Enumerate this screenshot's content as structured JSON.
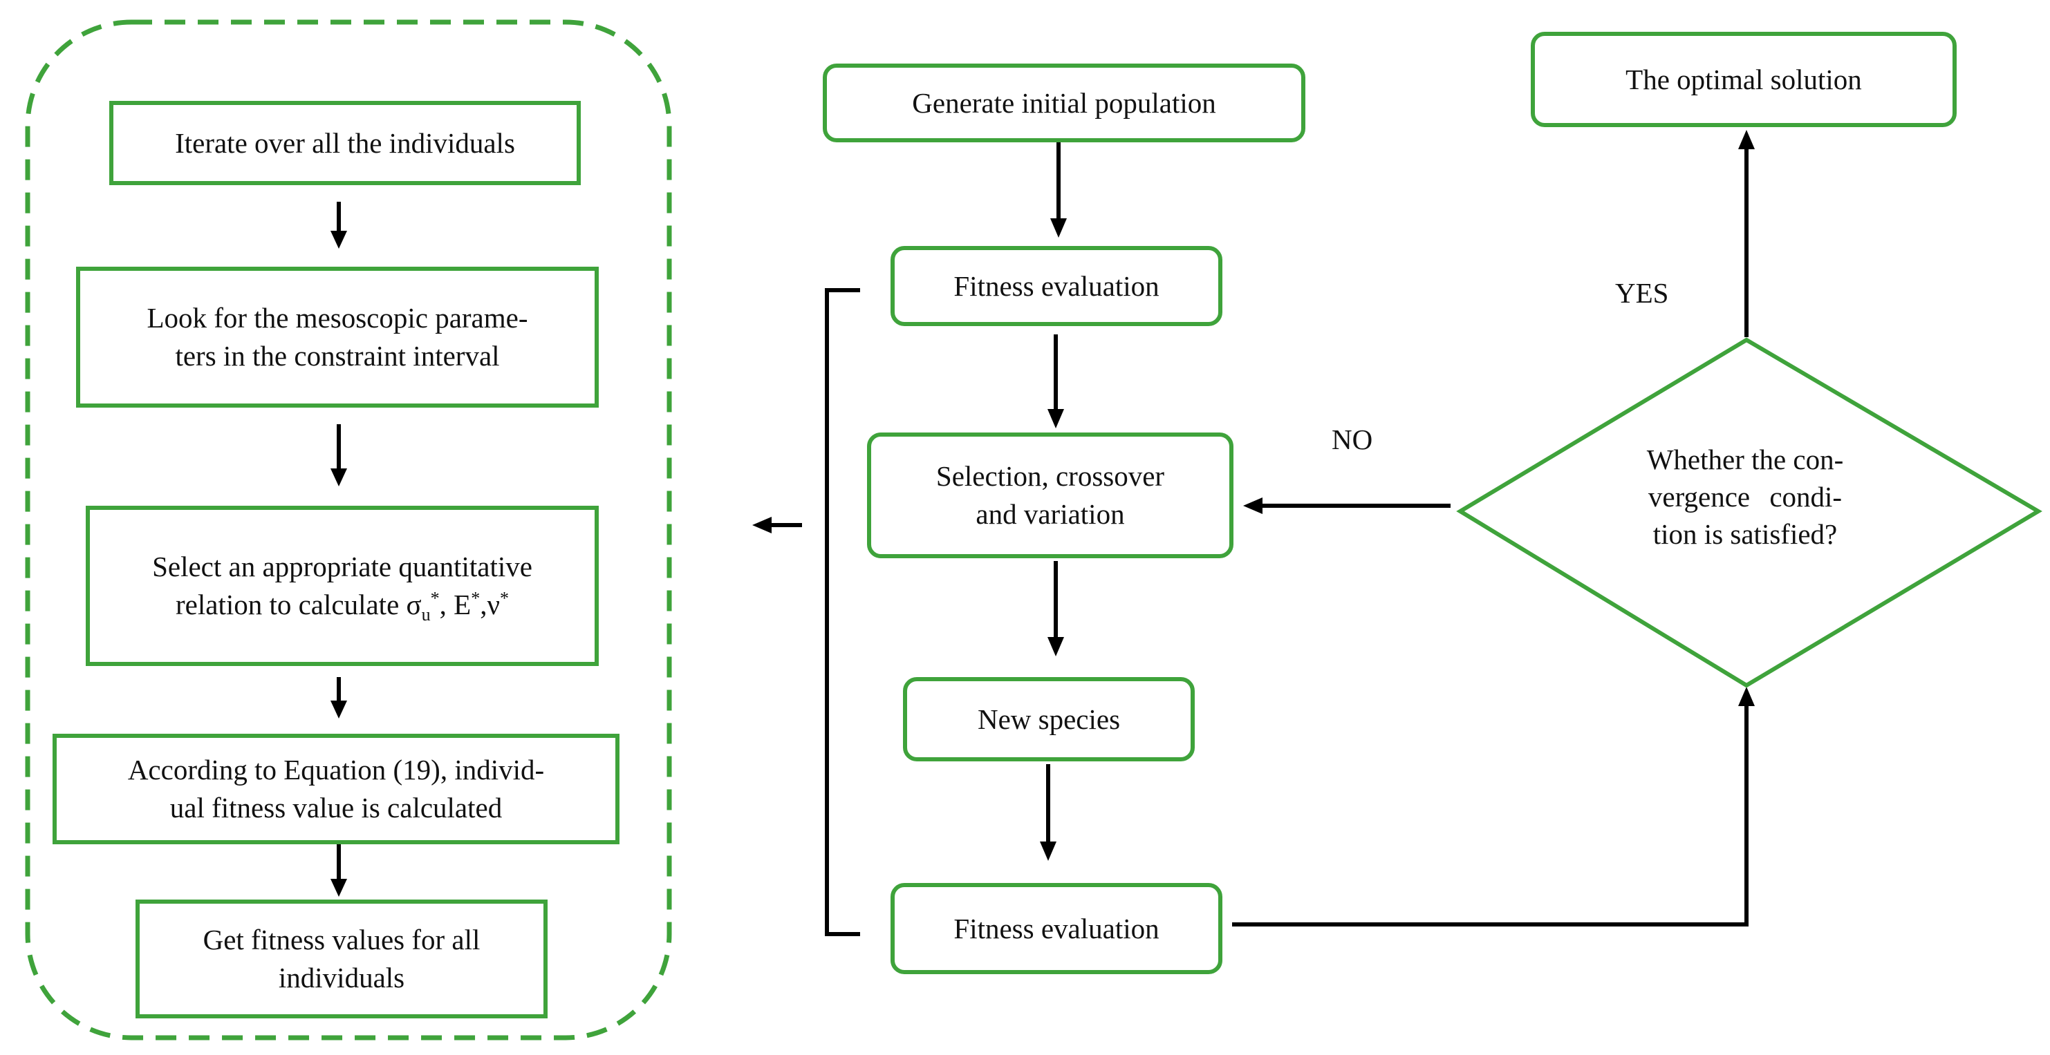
{
  "left_panel": {
    "boxes": [
      {
        "id": "iterate",
        "lines": [
          "Iterate over all the individuals"
        ]
      },
      {
        "id": "look",
        "lines": [
          "Look for the mesoscopic parame-",
          "ters in the constraint interval"
        ]
      },
      {
        "id": "select",
        "line1": "Select an appropriate quantitative",
        "line2_prefix": "relation to calculate σ",
        "sub_u": "u",
        "star": "*",
        "comma_e": ", E",
        "comma_nu": ",ν"
      },
      {
        "id": "according",
        "lines": [
          "According to Equation (19), individ-",
          "ual fitness value is calculated"
        ]
      },
      {
        "id": "get",
        "lines": [
          "Get fitness values for all",
          "individuals"
        ]
      }
    ]
  },
  "main_flow": {
    "generate": "Generate initial population",
    "fitness_1": "Fitness evaluation",
    "selection": [
      "Selection, crossover",
      "and variation"
    ],
    "new_species": "New species",
    "fitness_2": "Fitness evaluation",
    "optimal": "The optimal solution",
    "decision": [
      "Whether the con-",
      "vergence condi-",
      "tion is satisfied?"
    ]
  },
  "edge_labels": {
    "yes": "YES",
    "no": "NO"
  },
  "colors": {
    "box_border": "#3fa33b",
    "arrow": "#000000",
    "background": "#ffffff"
  }
}
